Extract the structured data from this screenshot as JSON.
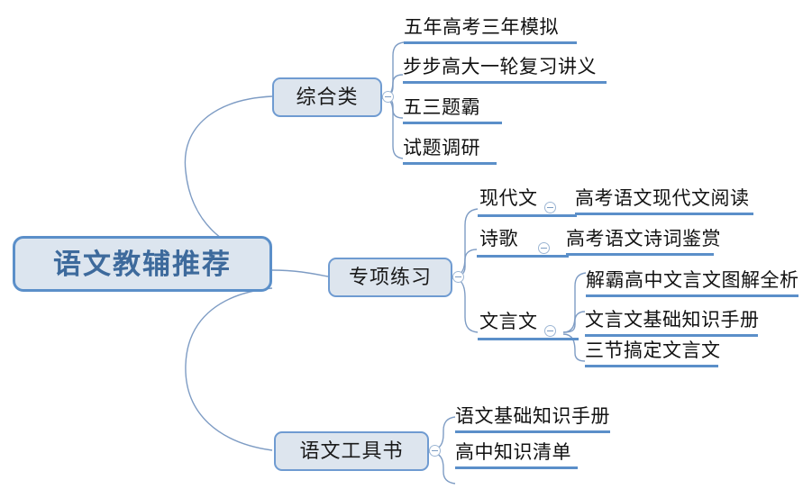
{
  "canvas": {
    "background": "#ffffff",
    "line_color": "#5b8fc9",
    "connector_color": "#7e9cc4",
    "root_fill": "#dce5ef",
    "root_border": "#5b8fc9",
    "root_text_color": "#3d6a9c",
    "branch_fill": "#dde5ee",
    "branch_border": "#6f9bd1",
    "item_text_color": "#111111"
  },
  "root": {
    "label": "语文教辅推荐"
  },
  "branches": [
    {
      "label": "综合类",
      "toggle": "collapse-toggle",
      "items": [
        {
          "label": "五年高考三年模拟"
        },
        {
          "label": "步步高大一轮复习讲义"
        },
        {
          "label": "五三题霸"
        },
        {
          "label": "试题调研"
        }
      ]
    },
    {
      "label": "专项练习",
      "toggle": "collapse-toggle",
      "groups": [
        {
          "label": "现代文",
          "toggle": "collapse-toggle",
          "items": [
            {
              "label": "高考语文现代文阅读"
            }
          ]
        },
        {
          "label": "诗歌",
          "toggle": "collapse-toggle",
          "items": [
            {
              "label": "高考语文诗词鉴赏"
            }
          ]
        },
        {
          "label": "文言文",
          "toggle": "collapse-toggle",
          "items": [
            {
              "label": "解霸高中文言文图解全析"
            },
            {
              "label": "文言文基础知识手册"
            },
            {
              "label": "三节搞定文言文"
            }
          ]
        }
      ]
    },
    {
      "label": "语文工具书",
      "toggle": "collapse-toggle",
      "items": [
        {
          "label": "语文基础知识手册"
        },
        {
          "label": "高中知识清单"
        }
      ]
    }
  ]
}
